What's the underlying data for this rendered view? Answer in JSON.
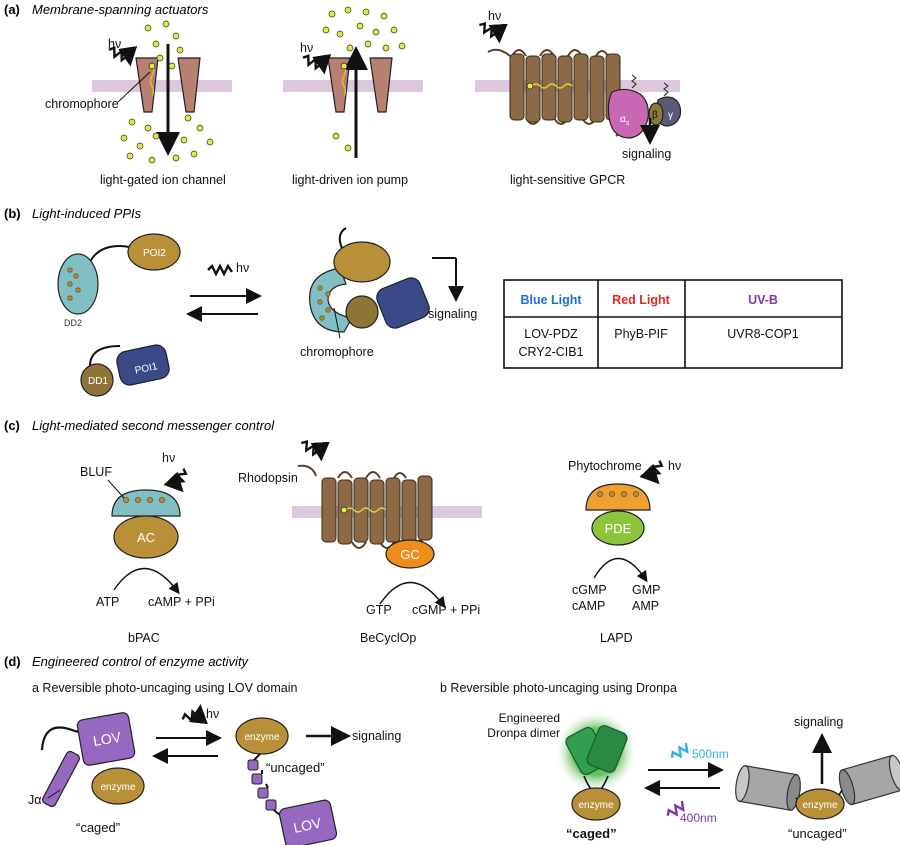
{
  "colors": {
    "membrane": "#dcc7dc",
    "channel_brown": "#b88070",
    "gpcr_brown": "#8c6a45",
    "gpcr_dark": "#6a4e30",
    "ion_yellow": "#e2e840",
    "alpha_pink": "#c868b4",
    "beta_olive": "#8a7a3a",
    "gamma_slate": "#5a5a78",
    "teal": "#80c0c4",
    "tan": "#b89038",
    "navy": "#3a4a88",
    "olive_dd1": "#8e7436",
    "orange": "#f0a030",
    "gc_orange": "#f08c1c",
    "green_pde": "#8cc43c",
    "purple_lov": "#9668c0",
    "green_dronpa": "#30a050",
    "glow": "#a8d890",
    "gray_cyl": "#a6a6a6",
    "blue_text": "#1e6fd0",
    "red_text": "#e02828",
    "uvb_text": "#7a3aa8",
    "light_500": "#34b0e4",
    "light_400": "#7a3aa8"
  },
  "panel_a": {
    "letter": "(a)",
    "title": "Membrane-spanning actuators",
    "hv": "hν",
    "chromophore": "chromophore",
    "signaling": "signaling",
    "alpha": "α",
    "alpha_sub": "s",
    "beta": "β",
    "gamma": "γ",
    "captions": [
      "light-gated ion channel",
      "light-driven ion pump",
      "light-sensitive GPCR"
    ]
  },
  "panel_b": {
    "letter": "(b)",
    "title": "Light-induced PPIs",
    "hv": "hν",
    "poi2": "POI2",
    "poi1": "POI1",
    "dd2": "DD2",
    "dd1": "DD1",
    "signaling": "signaling",
    "chromophore": "chromophore",
    "table": {
      "headers": [
        "Blue Light",
        "Red Light",
        "UV-B"
      ],
      "rows": [
        [
          "LOV-PDZ",
          "PhyB-PIF",
          "UVR8-COP1"
        ],
        [
          "CRY2-CIB1",
          "",
          ""
        ]
      ]
    }
  },
  "panel_c": {
    "letter": "(c)",
    "title": "Light-mediated second messenger control",
    "hv": "hν",
    "bpac": {
      "domain": "BLUF",
      "enzyme": "AC",
      "substrate": "ATP",
      "product": "cAMP + PPi",
      "caption": "bPAC"
    },
    "becyclop": {
      "domain": "Rhodopsin",
      "enzyme": "GC",
      "substrate": "GTP",
      "product": "cGMP + PPi",
      "caption": "BeCyclOp"
    },
    "lapd": {
      "domain": "Phytochrome",
      "enzyme": "PDE",
      "substrates": [
        "cGMP",
        "cAMP"
      ],
      "products": [
        "GMP",
        "AMP"
      ],
      "caption": "LAPD"
    }
  },
  "panel_d": {
    "letter": "(d)",
    "title": "Engineered control of enzyme activity",
    "sub_a": "a Reversible photo-uncaging using LOV domain",
    "sub_b": "b Reversible photo-uncaging using Dronpa",
    "hv": "hν",
    "lov": "LOV",
    "enzyme": "enzyme",
    "ja": "Jα",
    "caged": "“caged”",
    "uncaged": "“uncaged”",
    "signaling": "signaling",
    "dronpa_label_1": "Engineered",
    "dronpa_label_2": "Dronpa dimer",
    "nm500": "500nm",
    "nm400": "400nm"
  }
}
